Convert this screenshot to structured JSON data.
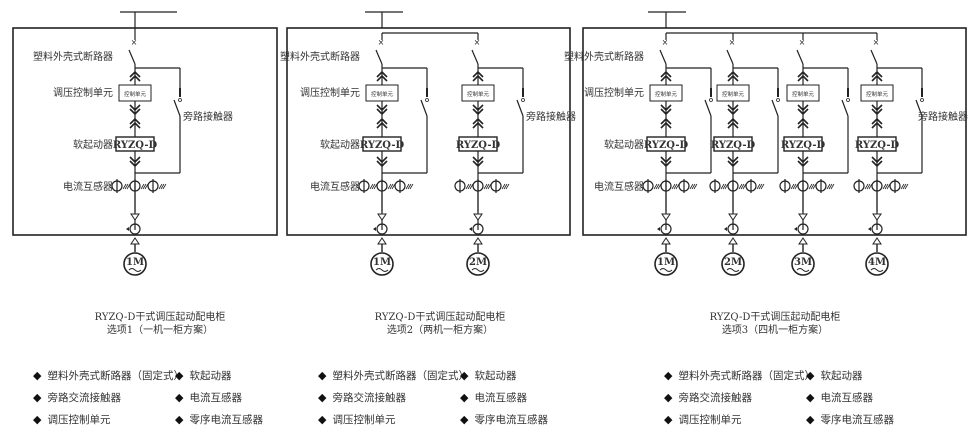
{
  "labels": {
    "breaker": "塑料外壳式断路器",
    "control": "调压控制单元",
    "control_box": "控制单元",
    "bypass": "旁路接触器",
    "soft_starter": "软起动器",
    "starter_model": "RYZQ-D",
    "ct": "电流互感器"
  },
  "options": [
    {
      "title": "RYZQ-D干式调压起动配电柜",
      "subtitle": "选项1（一机一柜方案）",
      "motors": [
        "1M"
      ]
    },
    {
      "title": "RYZQ-D干式调压起动配电柜",
      "subtitle": "选项2（两机一柜方案）",
      "motors": [
        "1M",
        "2M"
      ]
    },
    {
      "title": "RYZQ-D干式调压起动配电柜",
      "subtitle": "选项3（四机一柜方案）",
      "motors": [
        "1M",
        "2M",
        "3M",
        "4M"
      ]
    }
  ],
  "legend": {
    "bullet": "◆",
    "col1": [
      "塑料外壳式断路器（固定式）",
      "旁路交流接触器",
      "调压控制单元"
    ],
    "col2": [
      "软起动器",
      "电流互感器",
      "零序电流互感器"
    ]
  }
}
